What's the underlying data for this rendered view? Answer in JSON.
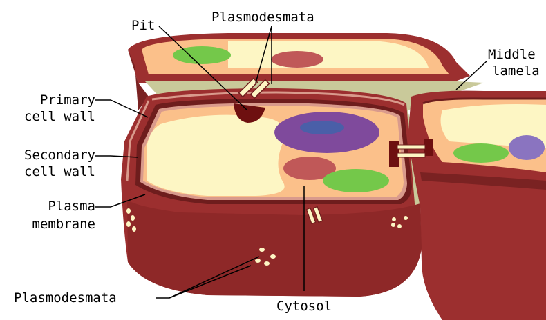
{
  "labels": {
    "pit": "Pit",
    "plasmodesmata_top": "Plasmodesmata",
    "middle_lamella_1": "Middle",
    "middle_lamella_2": "lamela",
    "primary_wall_1": "Primary",
    "primary_wall_2": "cell wall",
    "secondary_wall_1": "Secondary",
    "secondary_wall_2": "cell wall",
    "plasma_membrane_1": "Plasma",
    "plasma_membrane_2": "membrane",
    "plasmodesmata_bottom": "Plasmodesmata",
    "cytosol": "Cytosol"
  },
  "colors": {
    "cell_wall": "#9c2f2f",
    "cell_wall_dark": "#6e1d1d",
    "wall_highlight": "#d99a8c",
    "middle_lamella": "#c9c99a",
    "cytoplasm": "#fbc08a",
    "vacuole": "#fdf6c4",
    "nucleus": "#7f4a9c",
    "nucleolus": "#4a5fa8",
    "chloroplast": "#74c84a",
    "mitochondrion": "#c05858",
    "pit": "#6e1010"
  }
}
